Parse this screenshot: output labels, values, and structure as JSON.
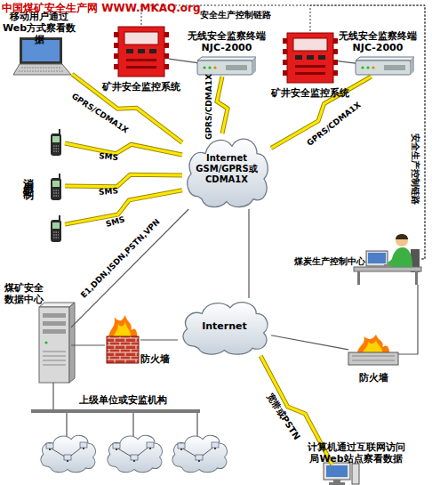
{
  "diagram": {
    "nodes": [
      {
        "text": [
          "移动用户通过Web方式察看数据"
        ]
      },
      {
        "text": [
          "矿井安全监控系统"
        ]
      },
      {
        "text": [
          "无线安全监察终端 NJC-2000"
        ]
      },
      {
        "text": [
          "矿井安全监控系统"
        ]
      },
      {
        "text": [
          "无线安全监察终端 NJC-2000"
        ]
      },
      {
        "text": [
          "消息定制"
        ]
      },
      {
        "text": [
          "Internet GSM/GPRS或 CDMA1X"
        ]
      },
      {
        "text": [
          "煤炭生产控制中心"
        ]
      },
      {
        "text": [
          "煤矿安全数据中心"
        ]
      },
      {
        "text": [
          "防火墙"
        ]
      },
      {
        "text": [
          "Internet"
        ]
      },
      {
        "text": [
          "防火墙"
        ]
      },
      {
        "text": [
          "计算机通过互联网访问局Web站点察看数据"
        ]
      },
      {
        "text": [
          "上级单位或安监机构"
        ]
      }
    ],
    "edges": [
      {
        "from": 0,
        "to": 6,
        "label": "GPRS/CDMA1X",
        "arrow": "none"
      },
      {
        "from": 1,
        "to": 2,
        "arrow": "none"
      },
      {
        "from": 2,
        "to": 6,
        "label": "GPRS/CDMA1X",
        "arrow": "none"
      },
      {
        "from": 3,
        "to": 4,
        "arrow": "none"
      },
      {
        "from": 4,
        "to": 6,
        "label": "GPRS/CDMA1X",
        "arrow": "none"
      },
      {
        "from": 5,
        "to": 6,
        "label": "SMS",
        "arrow": "none"
      },
      {
        "from": 5,
        "to": 6,
        "label": "SMS",
        "arrow": "none"
      },
      {
        "from": 5,
        "to": 6,
        "label": "SMS",
        "arrow": "none"
      },
      {
        "from": 1,
        "to": 7,
        "label": "安全生产控制链路",
        "arrow": "none"
      },
      {
        "from": 3,
        "to": 7,
        "label": "安全生产控制链路",
        "arrow": "none"
      },
      {
        "from": 6,
        "to": 8,
        "label": "E1,DDN,ISDN,PSTN,VPN",
        "arrow": "none"
      },
      {
        "from": 6,
        "to": 10,
        "arrow": "none"
      },
      {
        "from": 8,
        "to": 9,
        "arrow": "none"
      },
      {
        "from": 9,
        "to": 10,
        "arrow": "none"
      },
      {
        "from": 10,
        "to": 11,
        "arrow": "none"
      },
      {
        "from": 11,
        "to": 7,
        "arrow": "none"
      },
      {
        "from": 10,
        "to": 12,
        "label": "宽带或PSTN",
        "arrow": "none"
      },
      {
        "from": 8,
        "to": 13,
        "arrow": "none"
      }
    ],
    "labels": [
      "中国煤矿安全生产网 WWW.MKAQ.org"
    ]
  }
}
